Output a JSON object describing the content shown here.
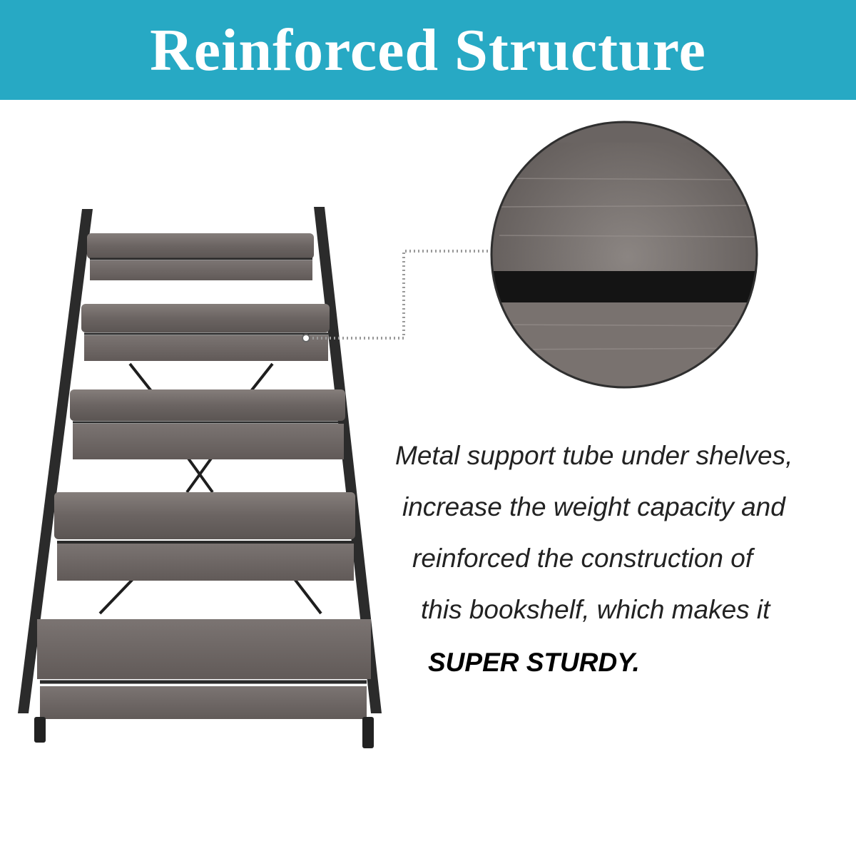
{
  "header": {
    "title": "Reinforced Structure",
    "background": "#27a9c4"
  },
  "description": {
    "lines": [
      "Metal support tube under shelves,",
      "increase the weight capacity and",
      "reinforced the construction of",
      "this bookshelf, which makes it"
    ],
    "emphasis": "SUPER STURDY."
  },
  "colors": {
    "wood": "#6f6a68",
    "metal": "#2b2b2b"
  }
}
